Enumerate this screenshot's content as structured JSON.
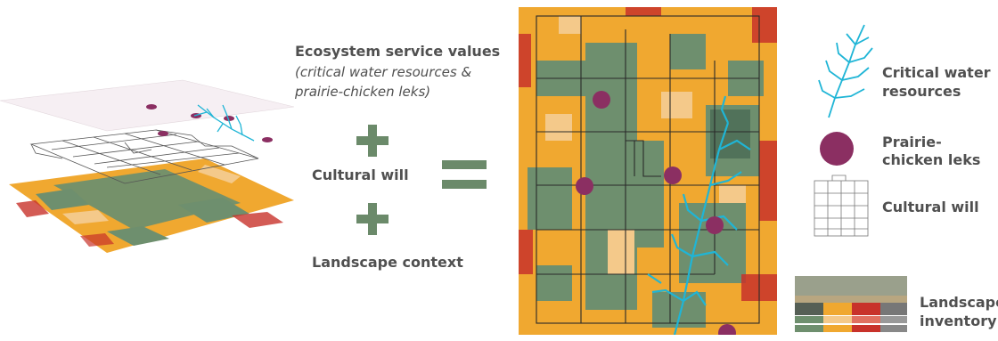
{
  "labels": {
    "ecosystem_title": "Ecosystem service values",
    "ecosystem_sub_line1": "(critical water resources &",
    "ecosystem_sub_line2": "prairie-chicken leks)",
    "cultural_will": "Cultural will",
    "landscape_context": "Landscape context"
  },
  "legend": {
    "water_line1": "Critical water",
    "water_line2": "resources",
    "leks_line1": "Prairie-",
    "leks_line2": "chicken leks",
    "cultural_will": "Cultural will",
    "inventory_line1": "Landscape",
    "inventory_line2": "inventory"
  },
  "colors": {
    "operator_green": "#6b8a6a",
    "lek_purple": "#8b2f62",
    "water_cyan": "#1fb5d6",
    "map_orange": "#f0a830",
    "map_green": "#6e8f6e",
    "map_red": "#c8322a",
    "map_peach": "#f4c98a"
  }
}
